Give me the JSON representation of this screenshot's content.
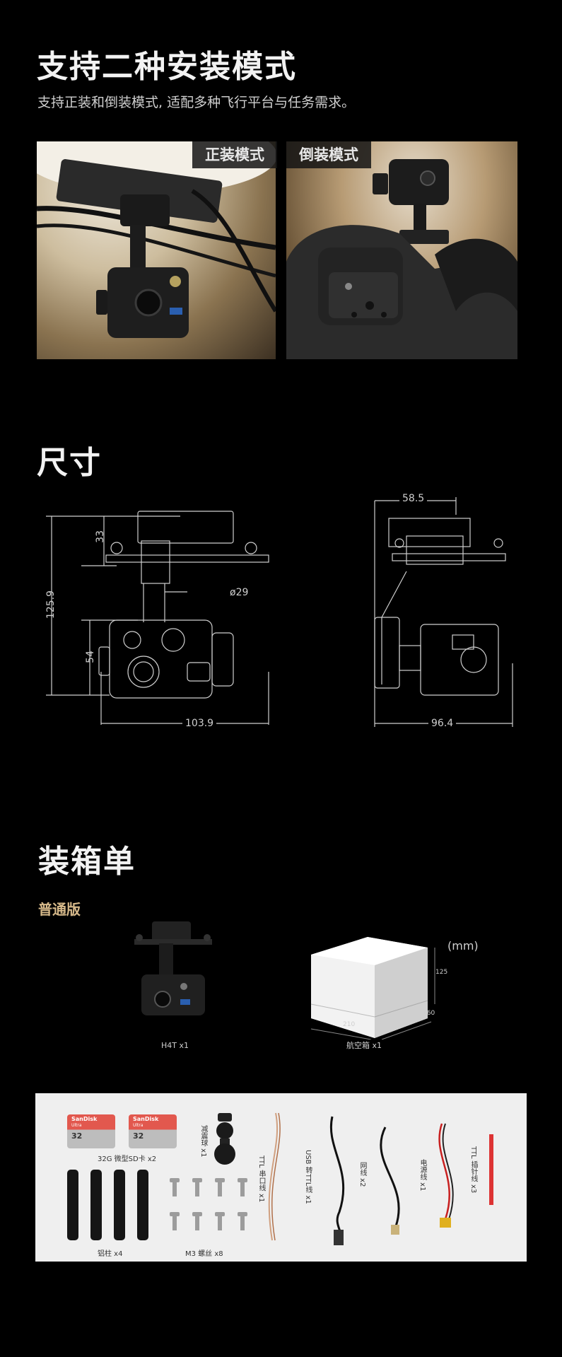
{
  "mount": {
    "title": "支持二种安装模式",
    "subtitle": "支持正装和倒装模式, 适配多种飞行平台与任务需求。",
    "tags": [
      "正装模式",
      "倒装模式"
    ]
  },
  "dimensions": {
    "title": "尺寸",
    "front": {
      "d33": "33",
      "d125": "125.9",
      "d29": "ø29",
      "d54": "54",
      "d103": "103.9"
    },
    "side": {
      "d58": "58.5",
      "d96": "96.4"
    }
  },
  "packing": {
    "title": "装箱单",
    "edition": "普通版",
    "gimbal_caption": "H4T  x1",
    "box_caption": "航空箱 x1",
    "box_unit": "(mm)",
    "box_dims": {
      "h": "125",
      "w": "210",
      "d": "160"
    },
    "accessories": {
      "sd_brand": "SanDisk",
      "sd_sub": "Ultra",
      "sd_cap": "32",
      "sd_caption": "32G 微型SD卡  x2",
      "ball_caption": "减震球  x1",
      "ttl_serial": "TTL 串口线  x1",
      "usb_ttl": "USB 转TTL线  x1",
      "net_cable": "网线  x2",
      "power_cable": "电源线  x1",
      "ttl_pin": "TTL 插针线 x3",
      "pillar_caption": "铝柱  x4",
      "screw_caption": "M3 螺丝  x8"
    }
  }
}
